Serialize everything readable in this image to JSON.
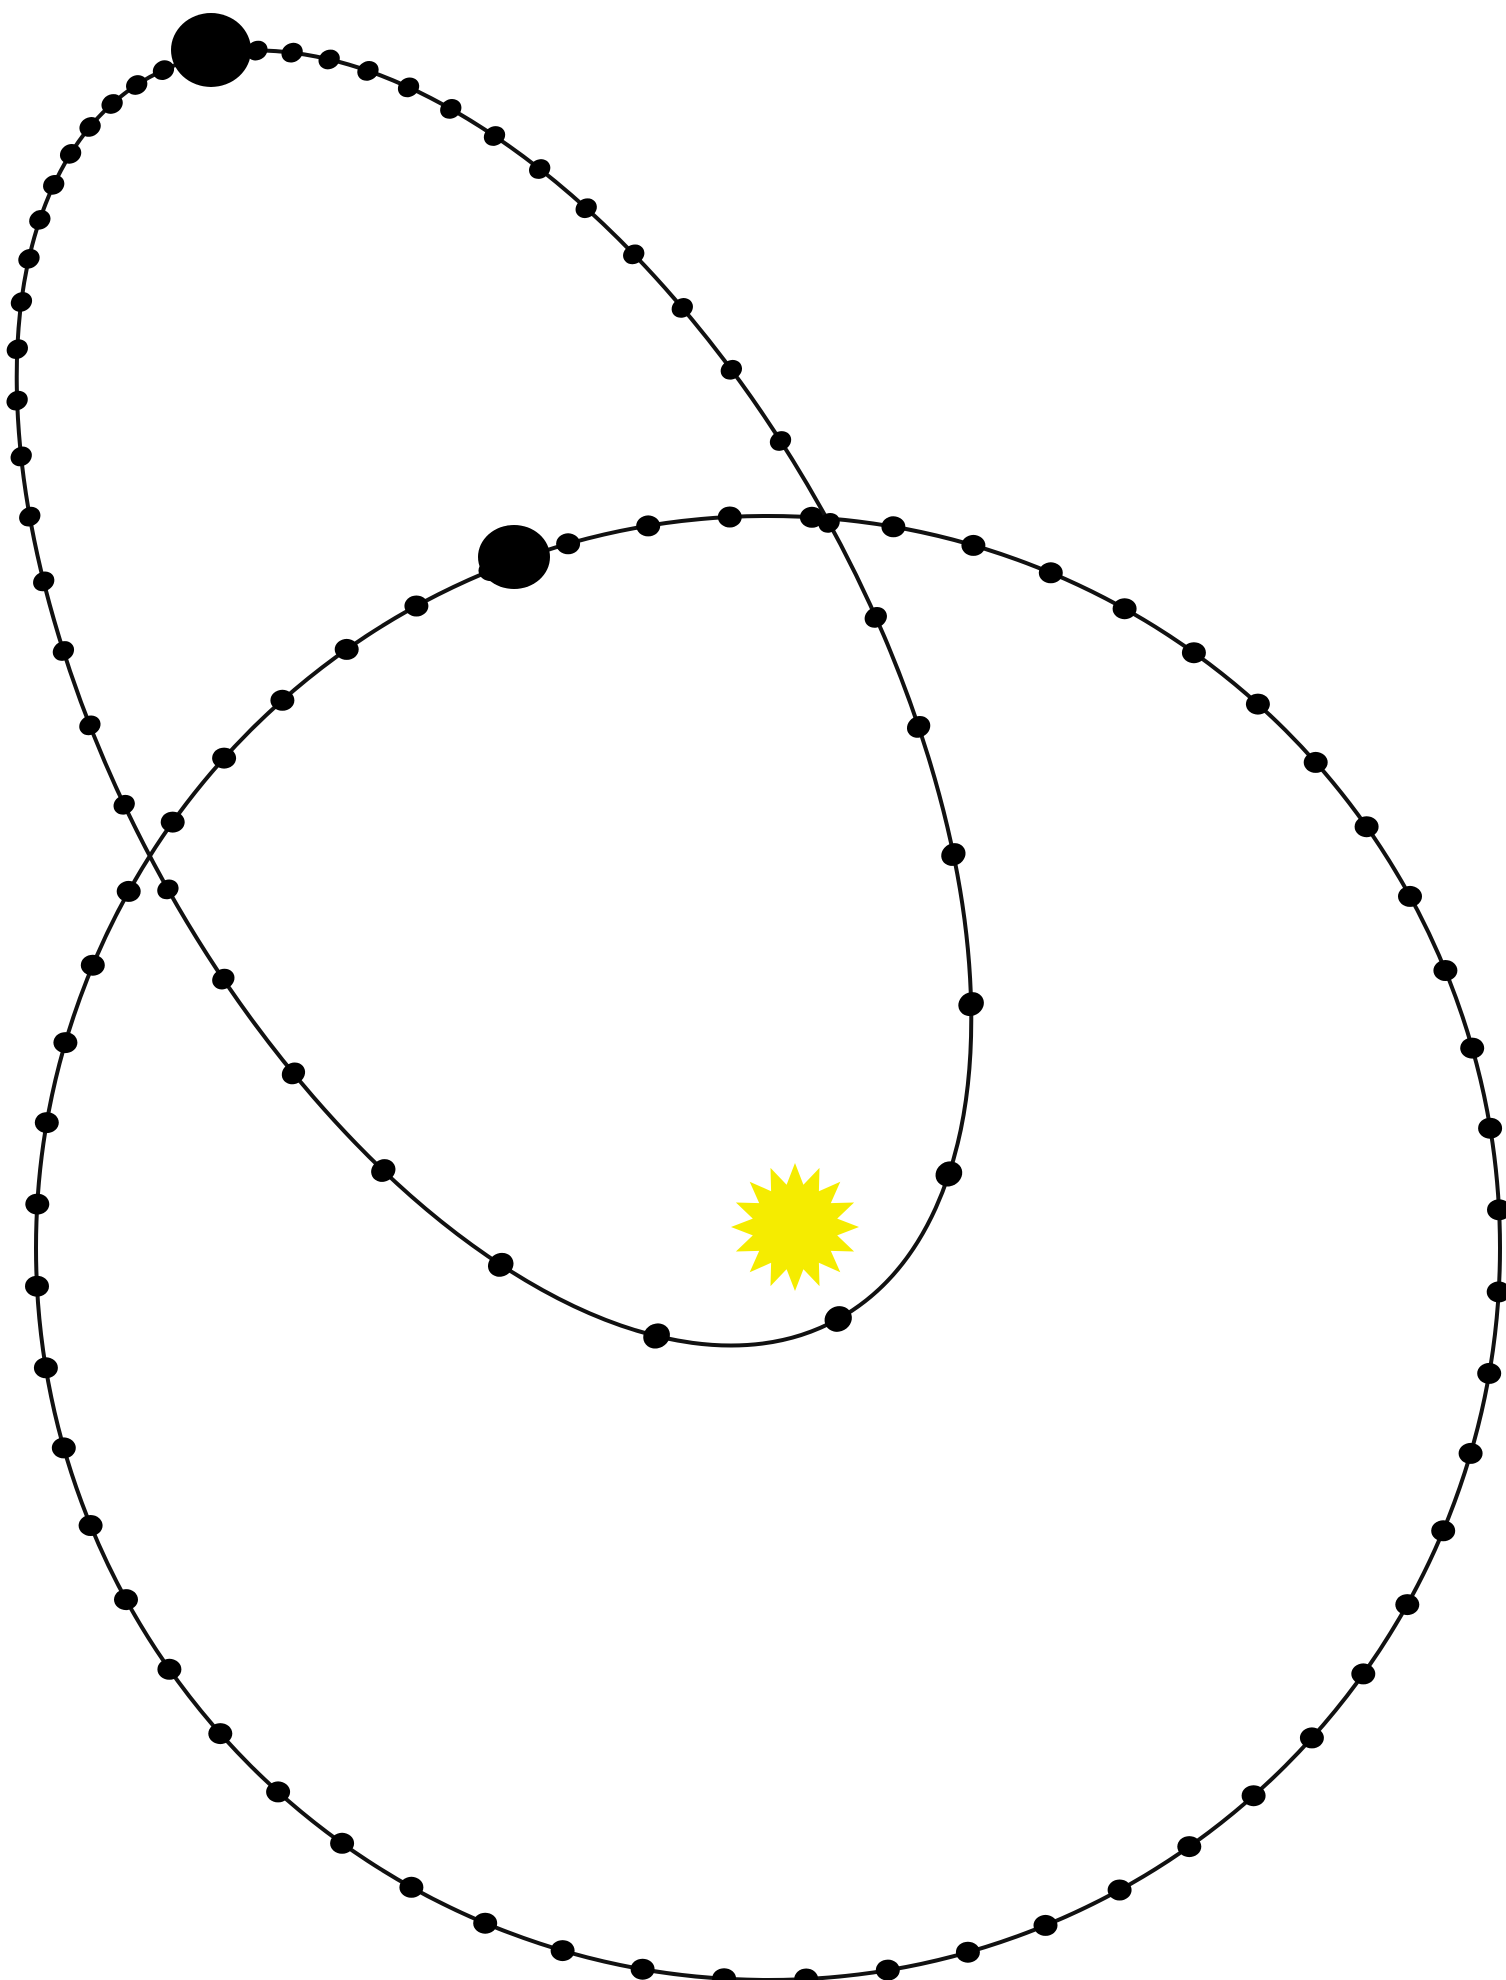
{
  "colors": {
    "background": "#ffffff",
    "orbit": "#111111",
    "marker": "#000000",
    "sun": "#f5ec00"
  },
  "icons": {
    "sun": "sun-icon",
    "planet": "planet-icon"
  },
  "orbits": [
    {
      "id": "elliptical-orbit",
      "shape": "eccentric ellipse",
      "position_markers": 45,
      "highlighted_body": "planet"
    },
    {
      "id": "circular-orbit",
      "shape": "near circle",
      "position_markers": 56,
      "highlighted_body": "planet"
    }
  ]
}
